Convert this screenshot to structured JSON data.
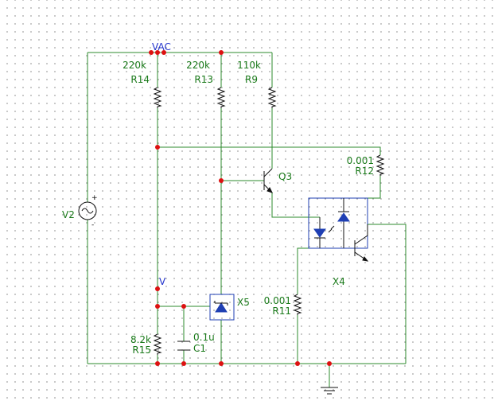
{
  "nodes": {
    "vac": "VAC",
    "v": "V"
  },
  "components": {
    "r14": {
      "value": "220k",
      "name": "R14"
    },
    "r13": {
      "value": "220k",
      "name": "R13"
    },
    "r9": {
      "value": "110k",
      "name": "R9"
    },
    "r12": {
      "value": "0.001",
      "name": "R12"
    },
    "r11": {
      "value": "0.001",
      "name": "R11"
    },
    "r15": {
      "value": "8.2k",
      "name": "R15"
    },
    "c1": {
      "value": "0.1u",
      "name": "C1"
    },
    "q3": {
      "name": "Q3"
    },
    "x4": {
      "name": "X4"
    },
    "x5": {
      "name": "X5"
    },
    "v2": {
      "name": "V2",
      "plus": "+",
      "minus": "-"
    }
  },
  "colors": {
    "wire": "#2e8b2e",
    "label": "#1a7a1a",
    "node_label": "#2233cc",
    "junction": "#dd1111",
    "component_box": "#1f3fb3",
    "dot_grid": "#9a9a9a"
  }
}
